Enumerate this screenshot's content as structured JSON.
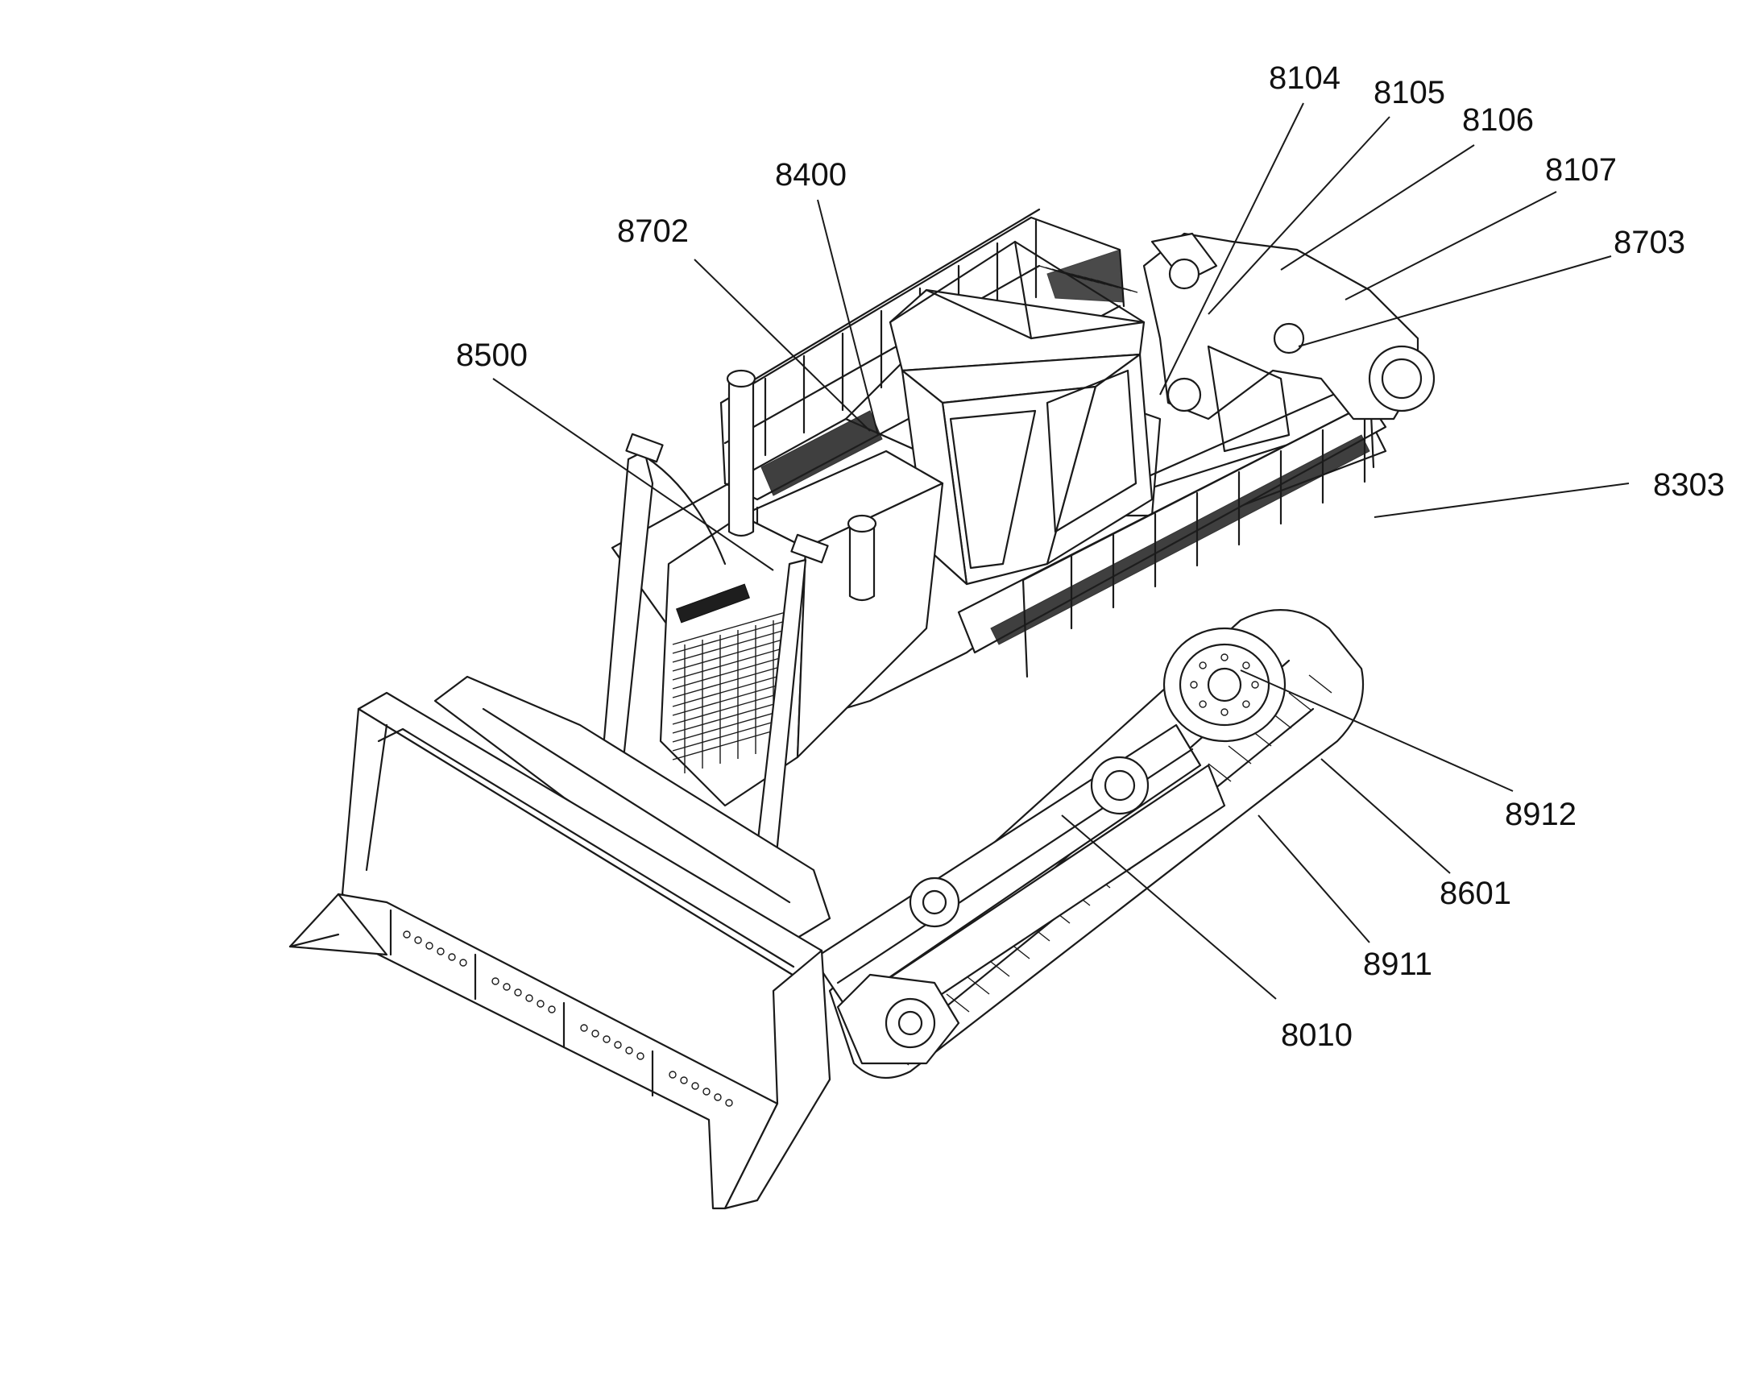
{
  "callouts": [
    {
      "id": "8104",
      "label": "8104"
    },
    {
      "id": "8105",
      "label": "8105"
    },
    {
      "id": "8106",
      "label": "8106"
    },
    {
      "id": "8107",
      "label": "8107"
    },
    {
      "id": "8400",
      "label": "8400"
    },
    {
      "id": "8702",
      "label": "8702"
    },
    {
      "id": "8703",
      "label": "8703"
    },
    {
      "id": "8500",
      "label": "8500"
    },
    {
      "id": "8303",
      "label": "8303"
    },
    {
      "id": "8912",
      "label": "8912"
    },
    {
      "id": "8601",
      "label": "8601"
    },
    {
      "id": "8911",
      "label": "8911"
    },
    {
      "id": "8010",
      "label": "8010"
    }
  ],
  "colors": {
    "ink": "#1a1a1a",
    "background": "#ffffff"
  }
}
